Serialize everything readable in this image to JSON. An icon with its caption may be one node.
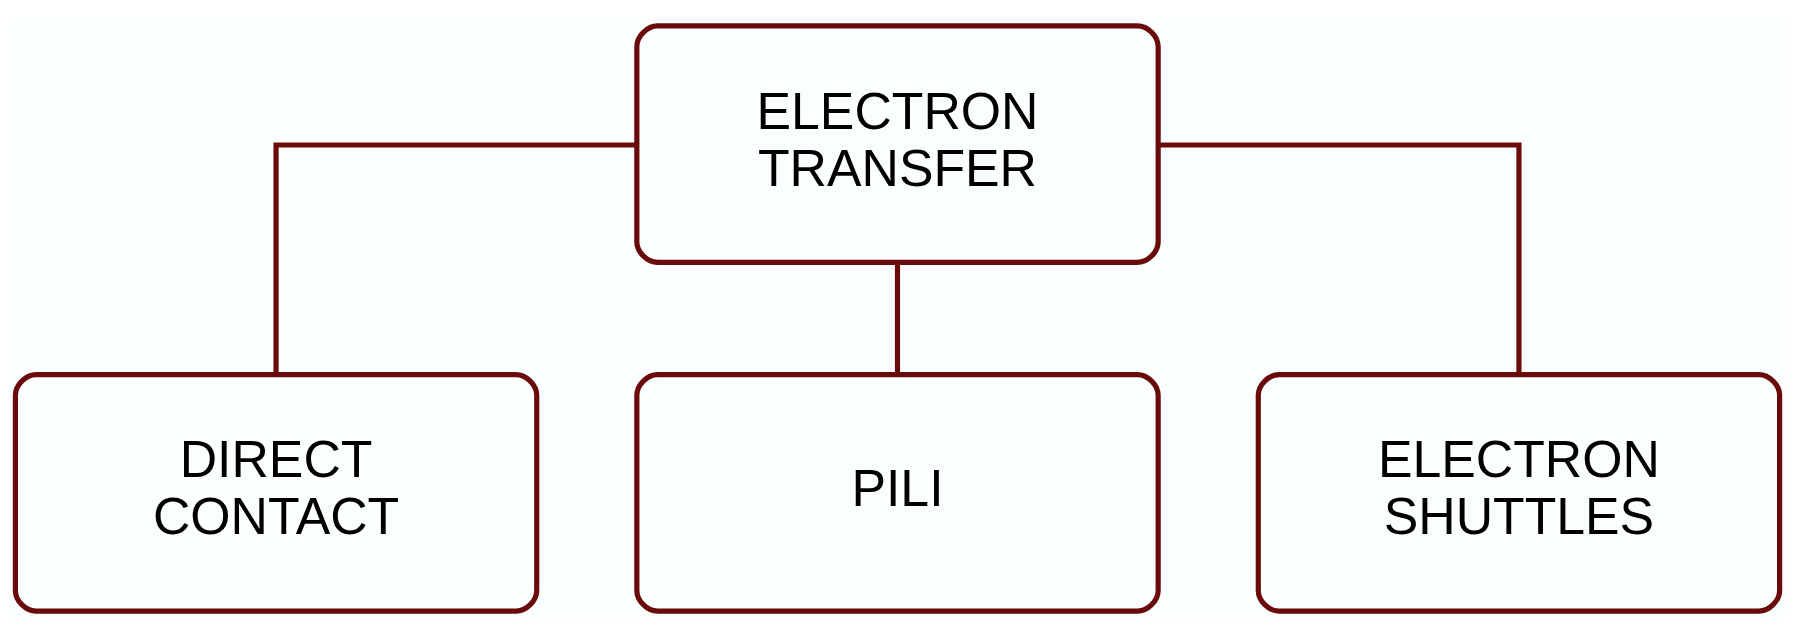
{
  "diagram": {
    "nodes": [
      {
        "text": [
          "ELECTRON TRANSFER"
        ]
      },
      {
        "text": [
          "DIRECT CONTACT"
        ]
      },
      {
        "text": [
          "PILI"
        ]
      },
      {
        "text": [
          "ELECTRON SHUTTLES"
        ]
      }
    ],
    "edges": [
      {
        "from": 0,
        "to": 1,
        "arrow": "none"
      },
      {
        "from": 0,
        "to": 2,
        "arrow": "none"
      },
      {
        "from": 0,
        "to": 3,
        "arrow": "none"
      }
    ]
  }
}
